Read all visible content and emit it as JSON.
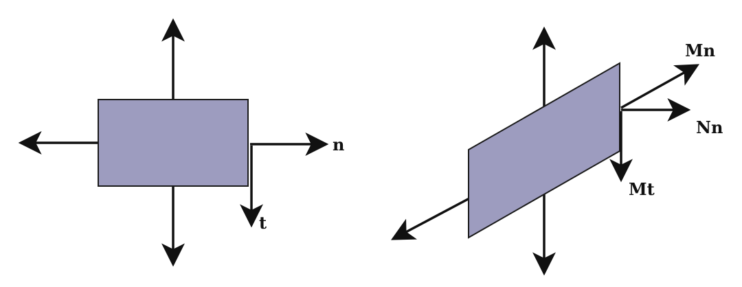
{
  "colors": {
    "fill": "#9d9cbf",
    "stroke": "#1a1a1a",
    "arrow": "#111111",
    "background": "#ffffff"
  },
  "left_diagram": {
    "labels": {
      "normal": "n",
      "tangent": "t"
    }
  },
  "right_diagram": {
    "labels": {
      "mn": "Mn",
      "nn": "Nn",
      "mt": "Mt"
    }
  }
}
